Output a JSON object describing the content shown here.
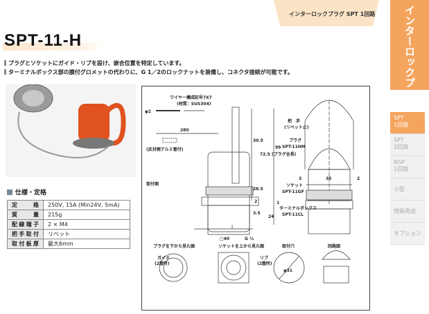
{
  "header": {
    "category": "インターロックプラグ SPT 1回路",
    "section": "インターロックプラグ"
  },
  "product": {
    "title": "SPT-11-H",
    "features": [
      "プラグとソケットにガイド・リブを設け、嵌合位置を特定しています。",
      "ターミナルボックス部の膜付グロメットの代わりに、G 1／2のロックナットを装備し、コネクタ接続が可能です。"
    ]
  },
  "specs": {
    "heading": "仕様・定格",
    "rows": [
      {
        "k": "定格",
        "v": "250V, 15A (Min24V, 5mA)"
      },
      {
        "k": "質量",
        "v": "215g"
      },
      {
        "k": "配線端子",
        "v": "2 × M4"
      },
      {
        "k": "把手取付",
        "v": "リベット"
      },
      {
        "k": "取付板厚",
        "v": "最大6mm"
      }
    ]
  },
  "nav": {
    "items": [
      {
        "l1": "SPT",
        "l2": "1回路"
      },
      {
        "l1": "SPT",
        "l2": "2回路"
      },
      {
        "l1": "NSP",
        "l2": "1回路"
      },
      {
        "l1": "小型"
      },
      {
        "l1": "特殊用途"
      },
      {
        "l1": "オプション"
      }
    ]
  },
  "drawing": {
    "wire": "ワイヤー構成記号7X7",
    "wire_mat": "(材質：SUS304)",
    "phi2": "φ2",
    "d280": "280",
    "alu": "(反対側アルミ管付)",
    "d30_5": "30.5",
    "d72_5": "72.5 (プラグ全長)",
    "d99": "99",
    "d28_5": "28.5",
    "d2": "2",
    "d1": "1",
    "d3_5": "3.5",
    "d24": "24",
    "mount": "取付面",
    "sq40": "□40",
    "g": "G ½",
    "handle": "把　手",
    "handle2": "(リベット止)",
    "plug": "プラグ",
    "plug_m": "SPT-11HM",
    "d3": "3",
    "d35": "35",
    "d2b": "2",
    "socket": "ソケット",
    "socket_m": "SPT-11GF",
    "tbox": "ターミナルボックス",
    "tbox_m": "SPT-11CL",
    "v1": "プラグを下から見た図",
    "v2": "ソケットを上から見た図",
    "v3": "取付穴",
    "v4": "回路図",
    "guide": "ガイド",
    "guide2": "(2箇所)",
    "rib": "リブ",
    "rib2": "(2箇所)",
    "phi31": "φ31"
  }
}
